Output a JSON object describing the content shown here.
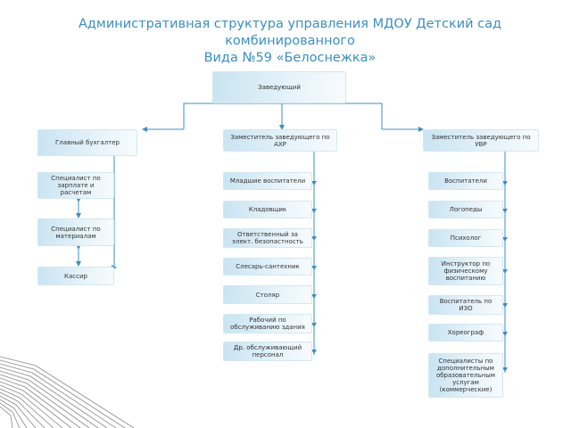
{
  "title": "Административная структура управления МДОУ Детский сад комбинированного\nВида №59 «Белоснежка»",
  "head": "Заведующий",
  "columns": {
    "left": {
      "header": "Главный бухгалтер",
      "items": [
        "Специалист по зарплате и расчетам",
        "Специалист по материалам",
        "Кассир"
      ]
    },
    "middle": {
      "header": "Заместитель заведующего по АХР",
      "items": [
        "Младшие воспитатели",
        "Кладовщик",
        "Ответственный за элект. безопастность",
        "Слесарь-сантехник",
        "Столяр",
        "Рабочий по обслуживанию здания",
        "Др. обслуживающий персонал"
      ]
    },
    "right": {
      "header": "Заместитель заведующего по УВР",
      "items": [
        "Воспитатели",
        "Логопеды",
        "Психолог",
        "Инструктор по физическому воспитанию",
        "Воспитатель по ИЗО",
        "Хореограф",
        "Специалисты по дополнительным образовательным услугам (коммерческие)"
      ]
    }
  },
  "colors": {
    "title": "#3b8fc4",
    "connector": "#3b8fc4",
    "box": "#c9e4f2"
  }
}
